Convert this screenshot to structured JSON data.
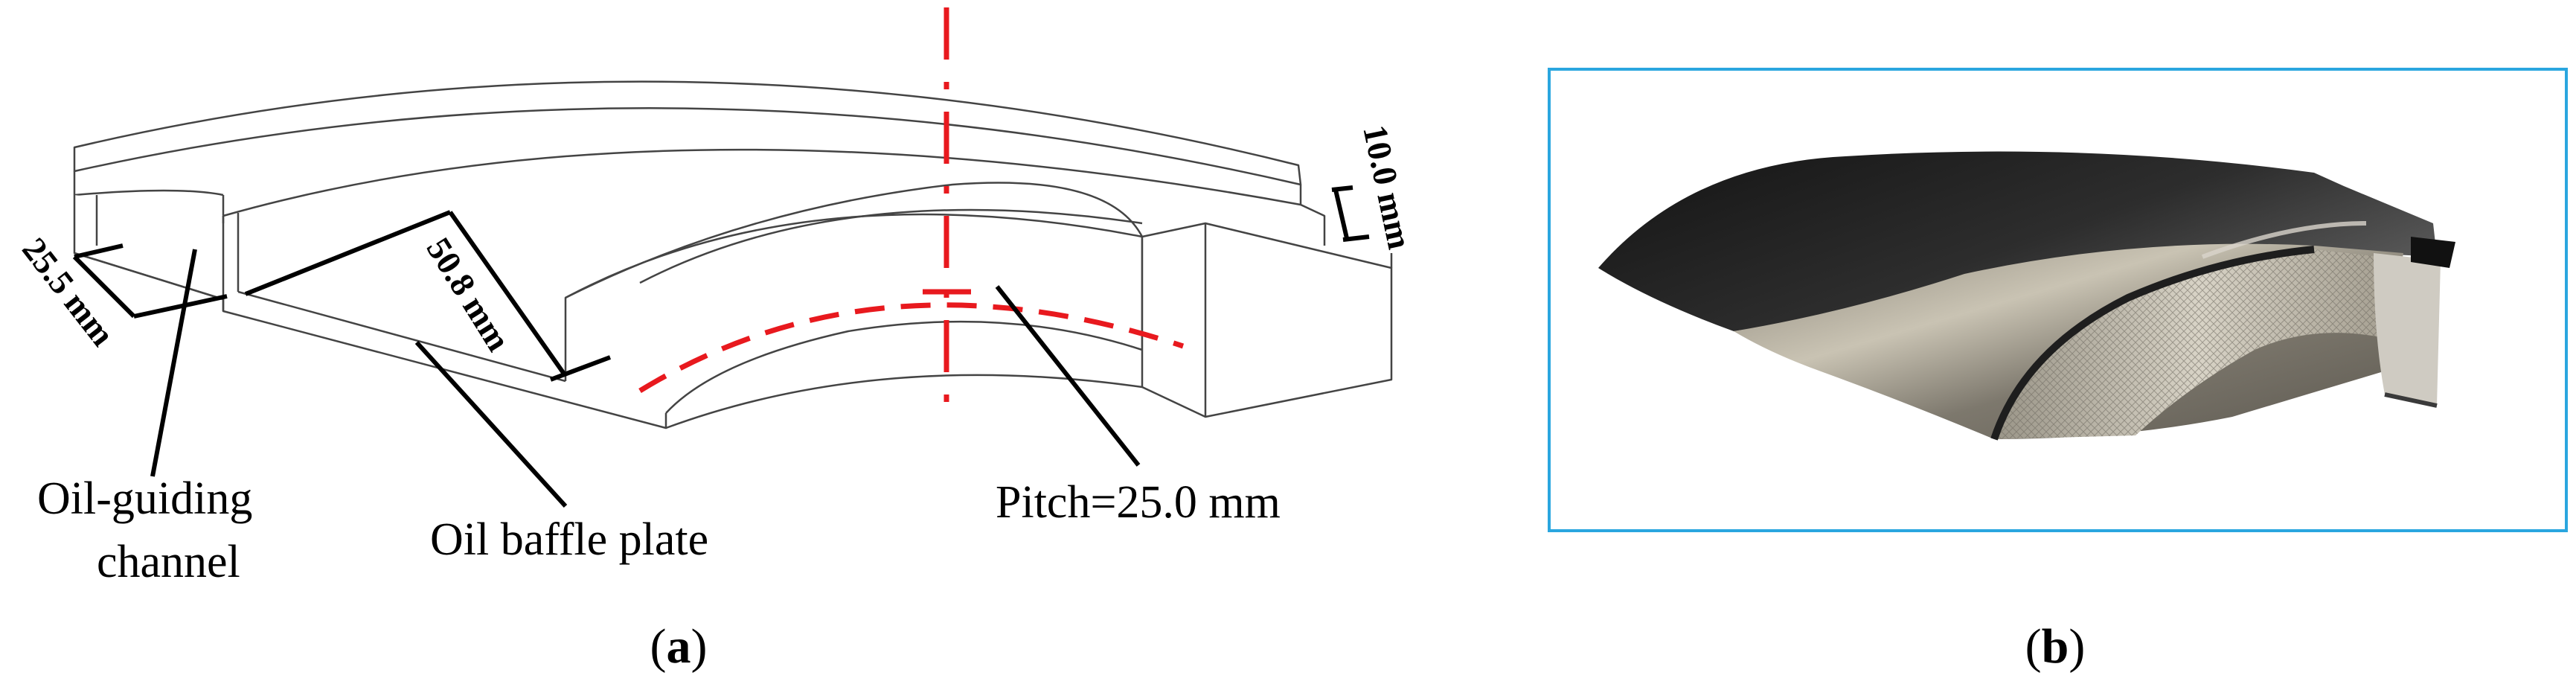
{
  "panel_a": {
    "label_prefix": "(",
    "label_letter": "a",
    "label_suffix": ")",
    "dimensions": {
      "height": "10.0 mm",
      "width": "25.5 mm",
      "length": "50.8 mm"
    },
    "callouts": {
      "oil_guiding_line1": "Oil-guiding",
      "oil_guiding_line2": "channel",
      "baffle_plate": "Oil baffle plate",
      "pitch": "Pitch=25.0 mm"
    }
  },
  "panel_b": {
    "label_prefix": "(",
    "label_letter": "b",
    "label_suffix": ")"
  },
  "colors": {
    "centerline": "#e8191e",
    "frame": "#2aa6df",
    "outline": "#444444"
  }
}
